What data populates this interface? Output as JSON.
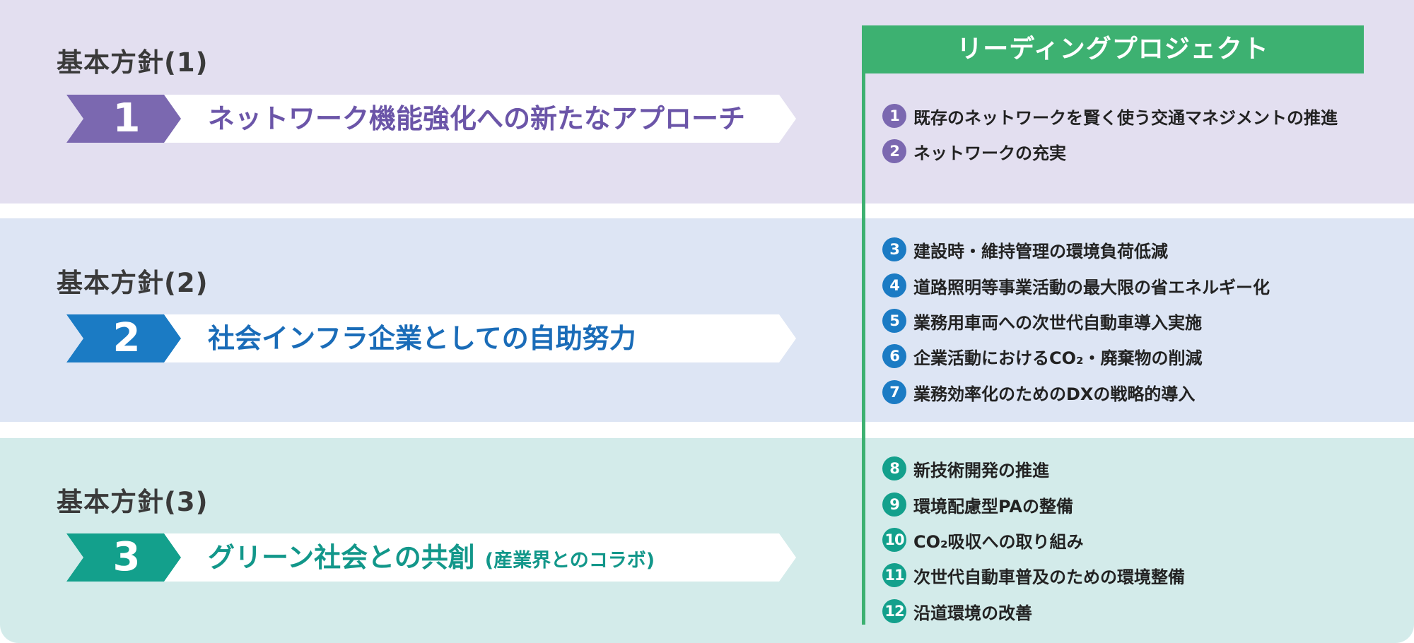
{
  "policies": [
    {
      "label": "基本方針(1)",
      "number": "1",
      "title": "ネットワーク機能強化への新たなアプローチ",
      "subtitle": "",
      "color": "#7b68b0",
      "text_color": "#6b55a8"
    },
    {
      "label": "基本方針(2)",
      "number": "2",
      "title": "社会インフラ企業としての自助努力",
      "subtitle": "",
      "color": "#1b7bc4",
      "text_color": "#1a6cb8"
    },
    {
      "label": "基本方針(3)",
      "number": "3",
      "title": "グリーン社会との共創",
      "subtitle": "(産業界とのコラボ)",
      "color": "#13a08c",
      "text_color": "#12978a"
    }
  ],
  "leading": {
    "header": "リーディングプロジェクト",
    "accent_color": "#3db171",
    "projects": [
      {
        "num": "1",
        "text": "既存のネットワークを賢く使う交通マネジメントの推進",
        "group": 1
      },
      {
        "num": "2",
        "text": "ネットワークの充実",
        "group": 1
      },
      {
        "num": "3",
        "text": "建設時・維持管理の環境負荷低減",
        "group": 2
      },
      {
        "num": "4",
        "text": "道路照明等事業活動の最大限の省エネルギー化",
        "group": 2
      },
      {
        "num": "5",
        "text": "業務用車両への次世代自動車導入実施",
        "group": 2
      },
      {
        "num": "6",
        "text": "企業活動におけるCO₂・廃棄物の削減",
        "group": 2
      },
      {
        "num": "7",
        "text": "業務効率化のためのDXの戦略的導入",
        "group": 2
      },
      {
        "num": "8",
        "text": "新技術開発の推進",
        "group": 3
      },
      {
        "num": "9",
        "text": "環境配慮型PAの整備",
        "group": 3
      },
      {
        "num": "10",
        "text": "CO₂吸収への取り組み",
        "group": 3
      },
      {
        "num": "11",
        "text": "次世代自動車普及のための環境整備",
        "group": 3
      },
      {
        "num": "12",
        "text": "沿道環境の改善",
        "group": 3
      }
    ]
  }
}
